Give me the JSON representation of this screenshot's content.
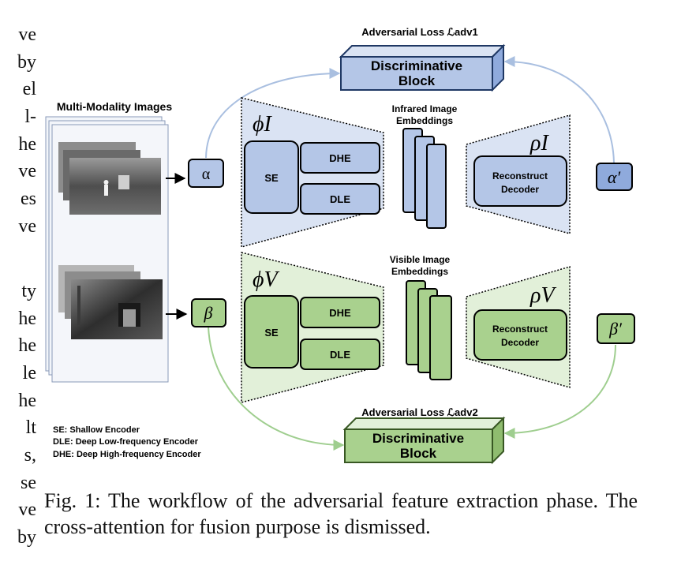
{
  "left_column_fragments": [
    "ve",
    "by",
    "el",
    "l-",
    "he",
    "ve",
    "es",
    "ve",
    "",
    "ty",
    "he",
    "he",
    "le",
    "he",
    "lt",
    "s,",
    "se",
    "ve",
    "by"
  ],
  "figure": {
    "adv_loss_1": "Adversarial Loss ℒadv1",
    "adv_loss_2": "Adversarial Loss ℒadv2",
    "disc_block_line1": "Discriminative",
    "disc_block_line2": "Block",
    "multi_modality_title": "Multi-Modality Images",
    "alpha": "α",
    "beta": "β",
    "alpha_prime": "α′",
    "beta_prime": "β′",
    "phi_i": "ϕI",
    "phi_v": "ϕV",
    "rho_i": "ρI",
    "rho_v": "ρV",
    "se": "SE",
    "dhe": "DHE",
    "dle": "DLE",
    "infrared_emb_line1": "Infrared Image",
    "infrared_emb_line2": "Embeddings",
    "visible_emb_line1": "Visible Image",
    "visible_emb_line2": "Embeddings",
    "recon_line1": "Reconstruct",
    "recon_line2": "Decoder",
    "legend": [
      "SE: Shallow Encoder",
      "DLE: Deep Low-frequency Encoder",
      "DHE: Deep High-frequency Encoder"
    ],
    "colors": {
      "blue_fill": "#b4c6e7",
      "blue_light": "#dae3f3",
      "green_fill": "#a9d18e",
      "green_light": "#e2f0d9",
      "blue_arrow": "#a9bfe0",
      "green_arrow": "#9fce8f"
    }
  },
  "caption": "Fig. 1: The workflow of the adversarial feature extraction phase. The cross-attention for fusion purpose is dismissed."
}
